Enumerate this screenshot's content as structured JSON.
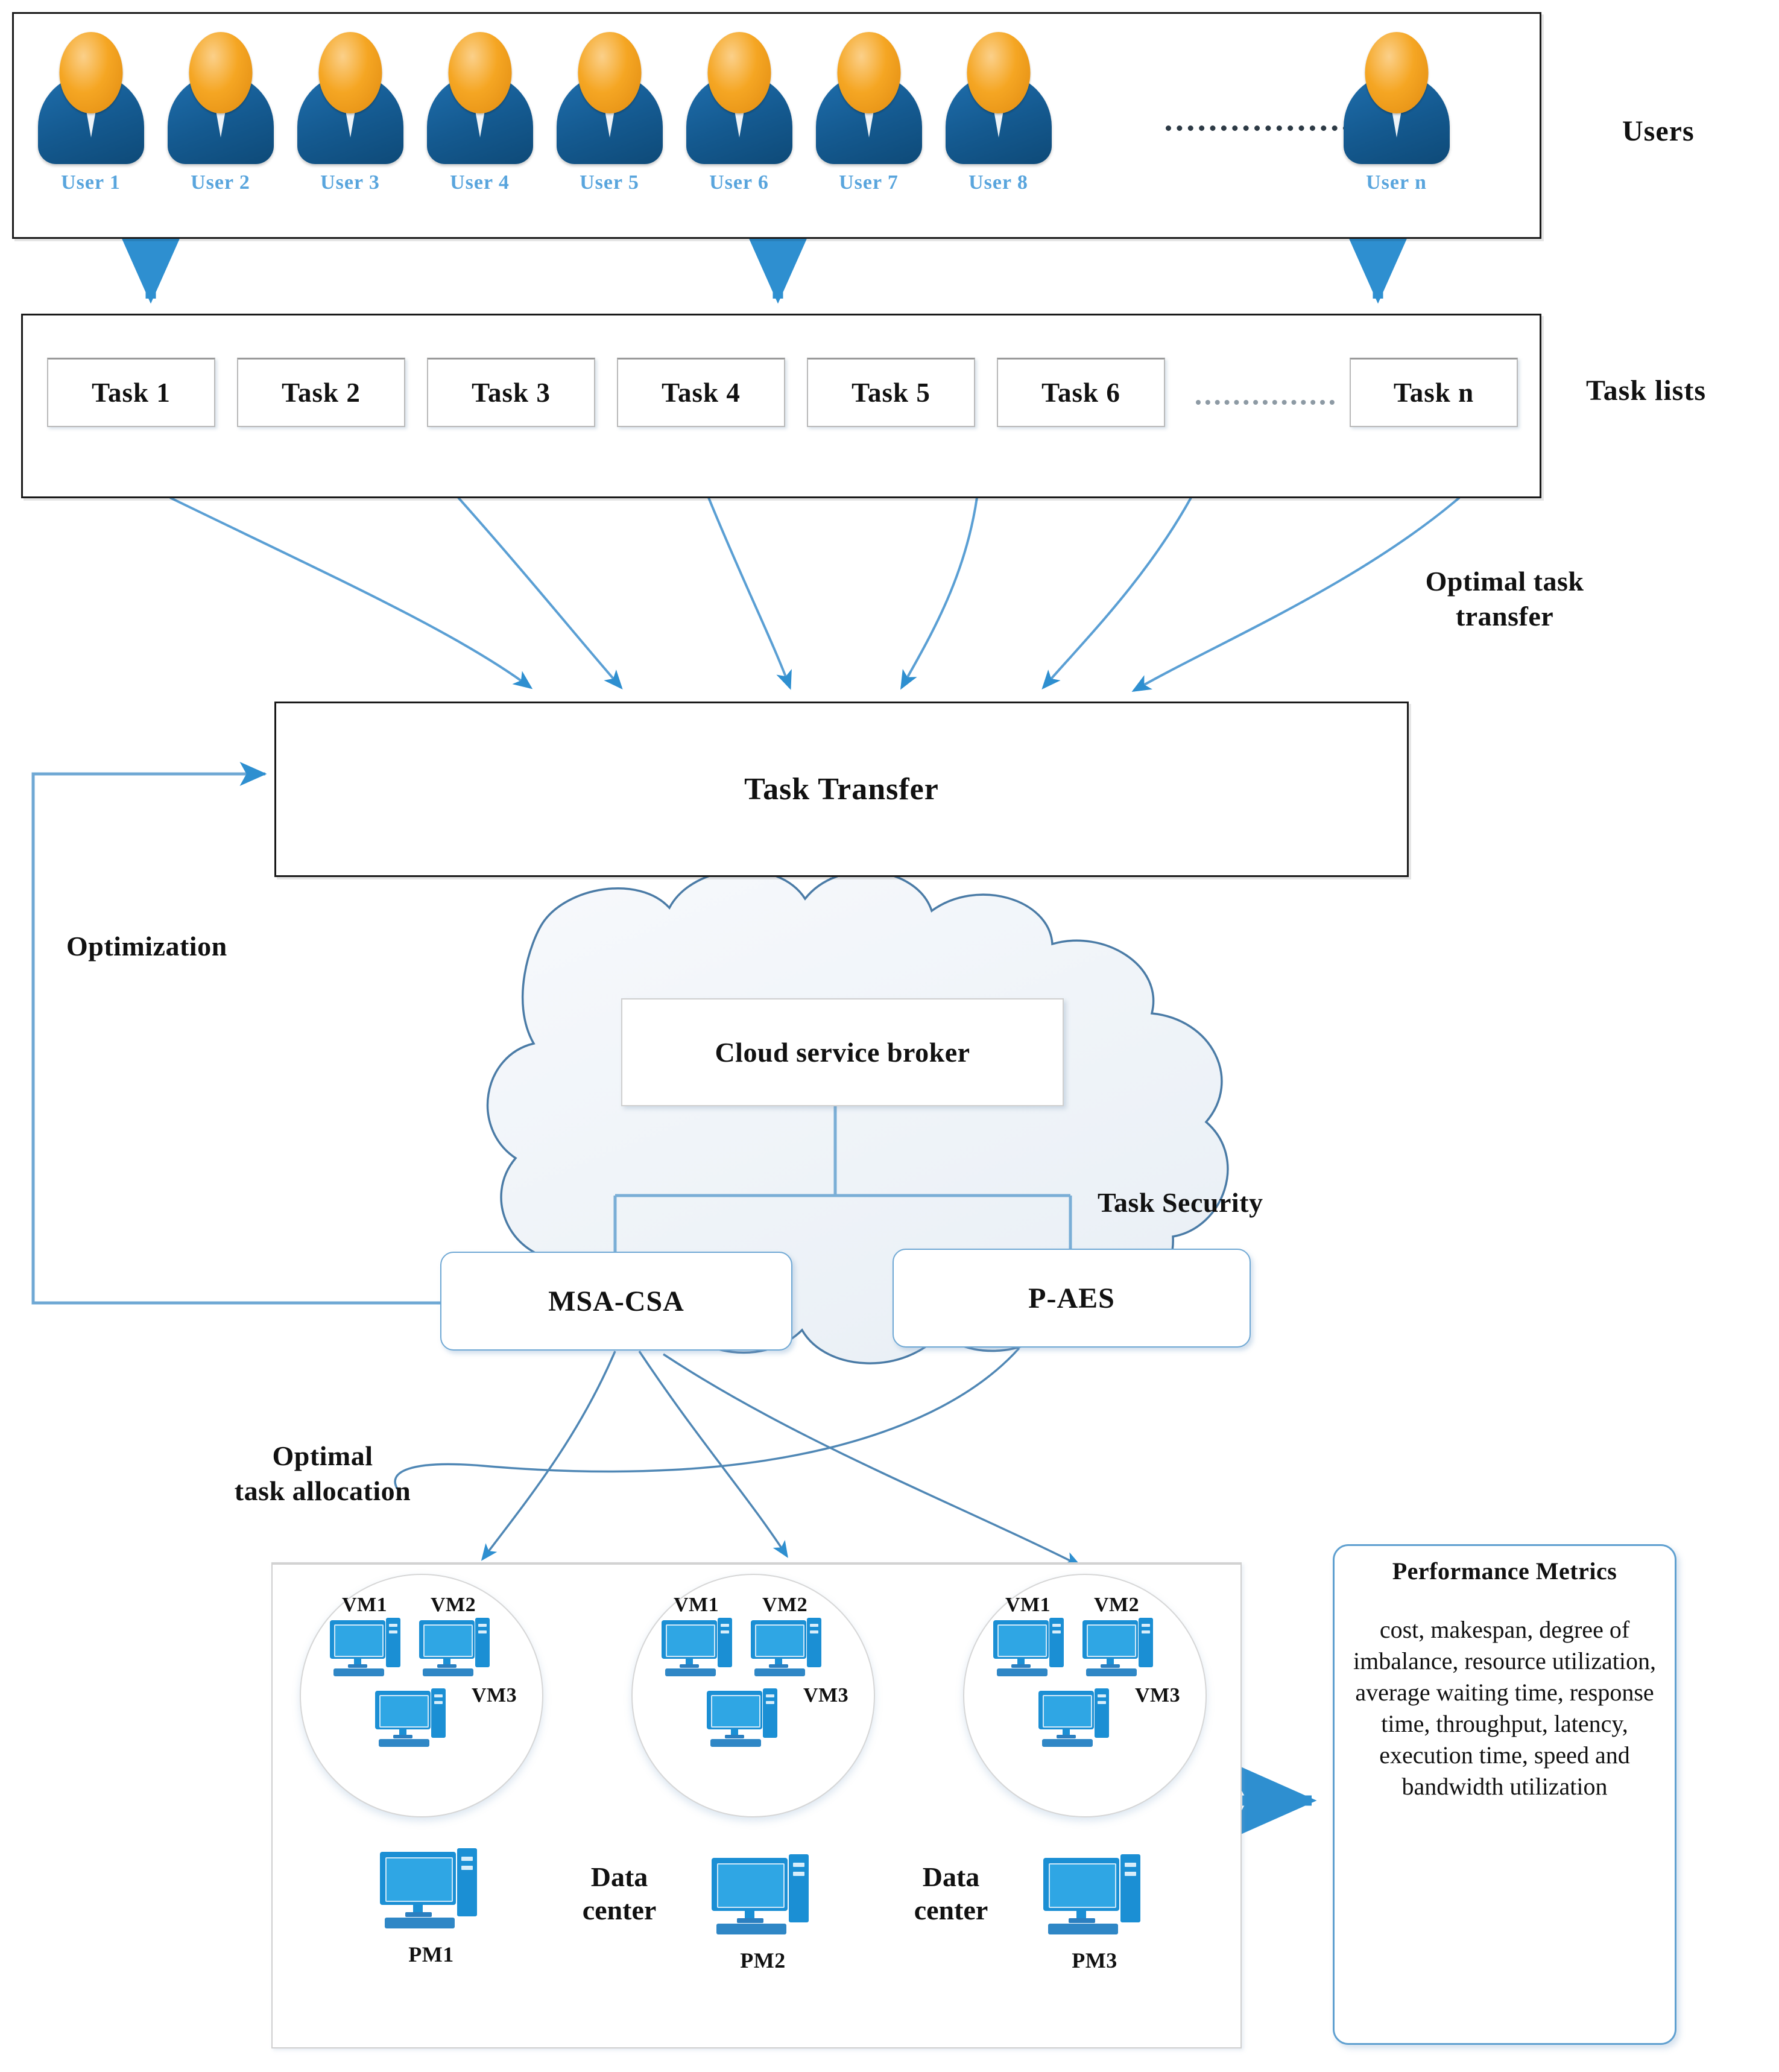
{
  "users": {
    "side_label": "Users",
    "items": [
      {
        "label": "User 1"
      },
      {
        "label": "User 2"
      },
      {
        "label": "User 3"
      },
      {
        "label": "User 4"
      },
      {
        "label": "User 5"
      },
      {
        "label": "User 6"
      },
      {
        "label": "User 7"
      },
      {
        "label": "User 8"
      },
      {
        "label": "User n"
      }
    ],
    "ellipsis": "................."
  },
  "tasks": {
    "side_label": "Task lists",
    "items": [
      {
        "label": "Task 1"
      },
      {
        "label": "Task 2"
      },
      {
        "label": "Task 3"
      },
      {
        "label": "Task 4"
      },
      {
        "label": "Task 5"
      },
      {
        "label": "Task 6"
      },
      {
        "label": "Task n"
      }
    ],
    "ellipsis": "..........."
  },
  "task_transfer": {
    "label": "Task Transfer"
  },
  "labels": {
    "optimal_task_transfer": "Optimal task transfer",
    "optimal_task_transfer_line1": "Optimal task",
    "optimal_task_transfer_line2": "transfer",
    "optimization": "Optimization",
    "task_security": "Task Security",
    "optimal_allocation_line1": "Optimal",
    "optimal_allocation_line2": "task allocation"
  },
  "cloud": {
    "broker": "Cloud service broker",
    "msa_csa": "MSA-CSA",
    "p_aes": "P-AES"
  },
  "datacenters": [
    {
      "vm1": "VM1",
      "vm2": "VM2",
      "vm3": "VM3",
      "pm": "PM1"
    },
    {
      "vm1": "VM1",
      "vm2": "VM2",
      "vm3": "VM3",
      "pm": "PM2"
    },
    {
      "vm1": "VM1",
      "vm2": "VM2",
      "vm3": "VM3",
      "pm": "PM3"
    }
  ],
  "dc_labels": {
    "left": "Data center",
    "left_line1": "Data",
    "left_line2": "center",
    "right_line1": "Data",
    "right_line2": "center"
  },
  "performance_metrics": {
    "title": "Performance Metrics",
    "body": "cost, makespan, degree of imbalance, resource utilization, average waiting time, response time, throughput, latency, execution time, speed and bandwidth utilization"
  },
  "colors": {
    "user_head": "#f5a623",
    "user_body": "#14598f",
    "user_label": "#59a5dd",
    "arrow_blue": "#2e8fd0",
    "wire_blue": "#4f9bd0",
    "node_border": "#6fa8d4",
    "cloud_fill": "#f2f5f9",
    "cloud_stroke": "#4f7ea8",
    "computer_blue": "#1b8fd4",
    "box_black": "#1a1a1a"
  }
}
